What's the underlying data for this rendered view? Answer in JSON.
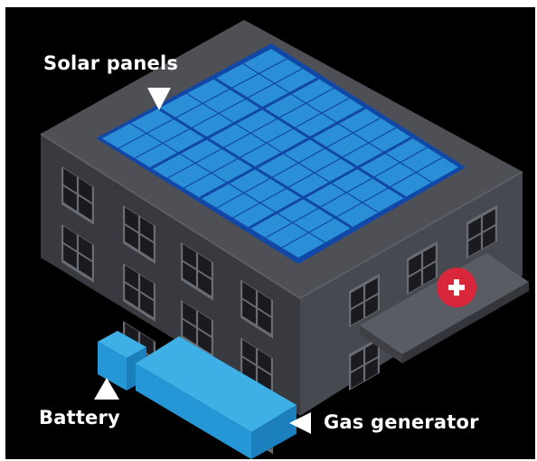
{
  "labels": {
    "solar_panels": "Solar panels",
    "battery": "Battery",
    "gas_generator": "Gas generator"
  },
  "colors": {
    "background": "#000000",
    "building_roof": "#4e5056",
    "building_wall_left": "#393a3f",
    "building_wall_right": "#474950",
    "solar_panel": "#2a8fd6",
    "solar_frame": "#1148a8",
    "equipment_top": "#3fb0e6",
    "equipment_side": "#1f8fcf",
    "medical_sign": "#d8273a",
    "window": "#1b1b1f",
    "label_text": "#ffffff"
  },
  "icons": {
    "medical_sign": "red-cross-icon",
    "label_arrows": "triangle-pointer"
  }
}
